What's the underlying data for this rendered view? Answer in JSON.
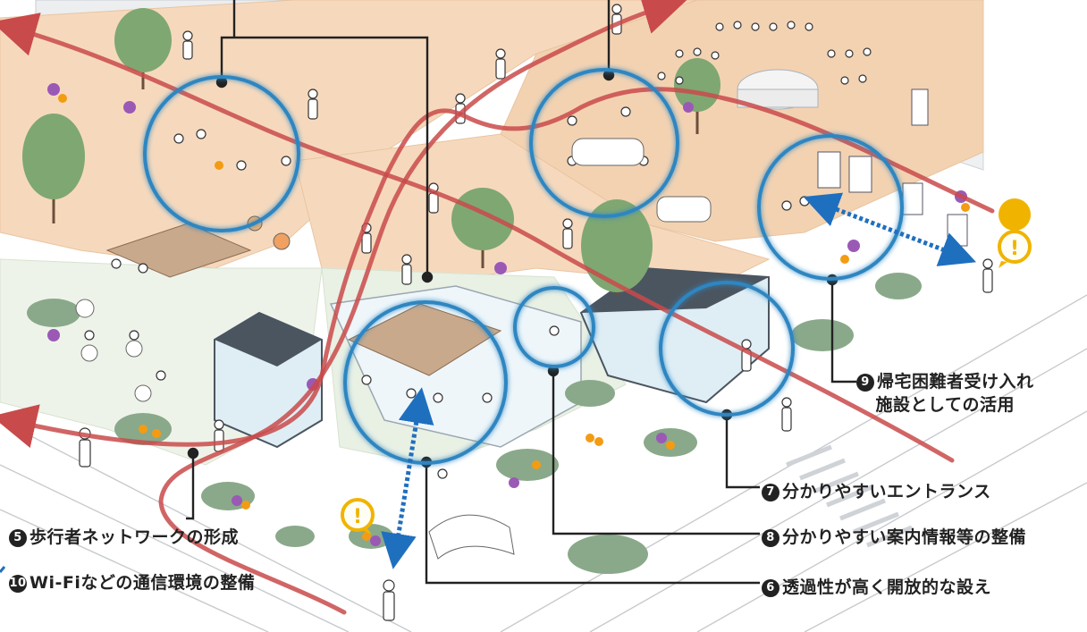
{
  "labels": [
    {
      "num": "5",
      "text": "歩行者ネットワークの形成"
    },
    {
      "num": "6",
      "text": "透過性が高く開放的な設え"
    },
    {
      "num": "7",
      "text": "分かりやすいエントランス"
    },
    {
      "num": "8",
      "text": "分かりやすい案内情報等の整備"
    },
    {
      "num": "9",
      "text": "帰宅困難者受け入れ",
      "line2": "施設としての活用"
    },
    {
      "num": "10",
      "text": "Wi-Fiなどの通信環境の整備"
    }
  ],
  "alert_icon_symbol": "!",
  "colors": {
    "plaza": "#f6d9bd",
    "plaza_edge": "#e9c4a0",
    "building": "#e9ecef",
    "building_dark": "#4b5560",
    "glass": "#dfeef5",
    "greenery": "#8aa98a",
    "tree": "#7fa772",
    "flower_purple": "#9b59b6",
    "flower_orange": "#f39c12",
    "pedestrian_route": "#c94a4a",
    "highlight_circle": "#2e86c1",
    "wifi_arrow": "#1f6fbf",
    "alert": "#f0b400",
    "leader_line": "#222222"
  }
}
